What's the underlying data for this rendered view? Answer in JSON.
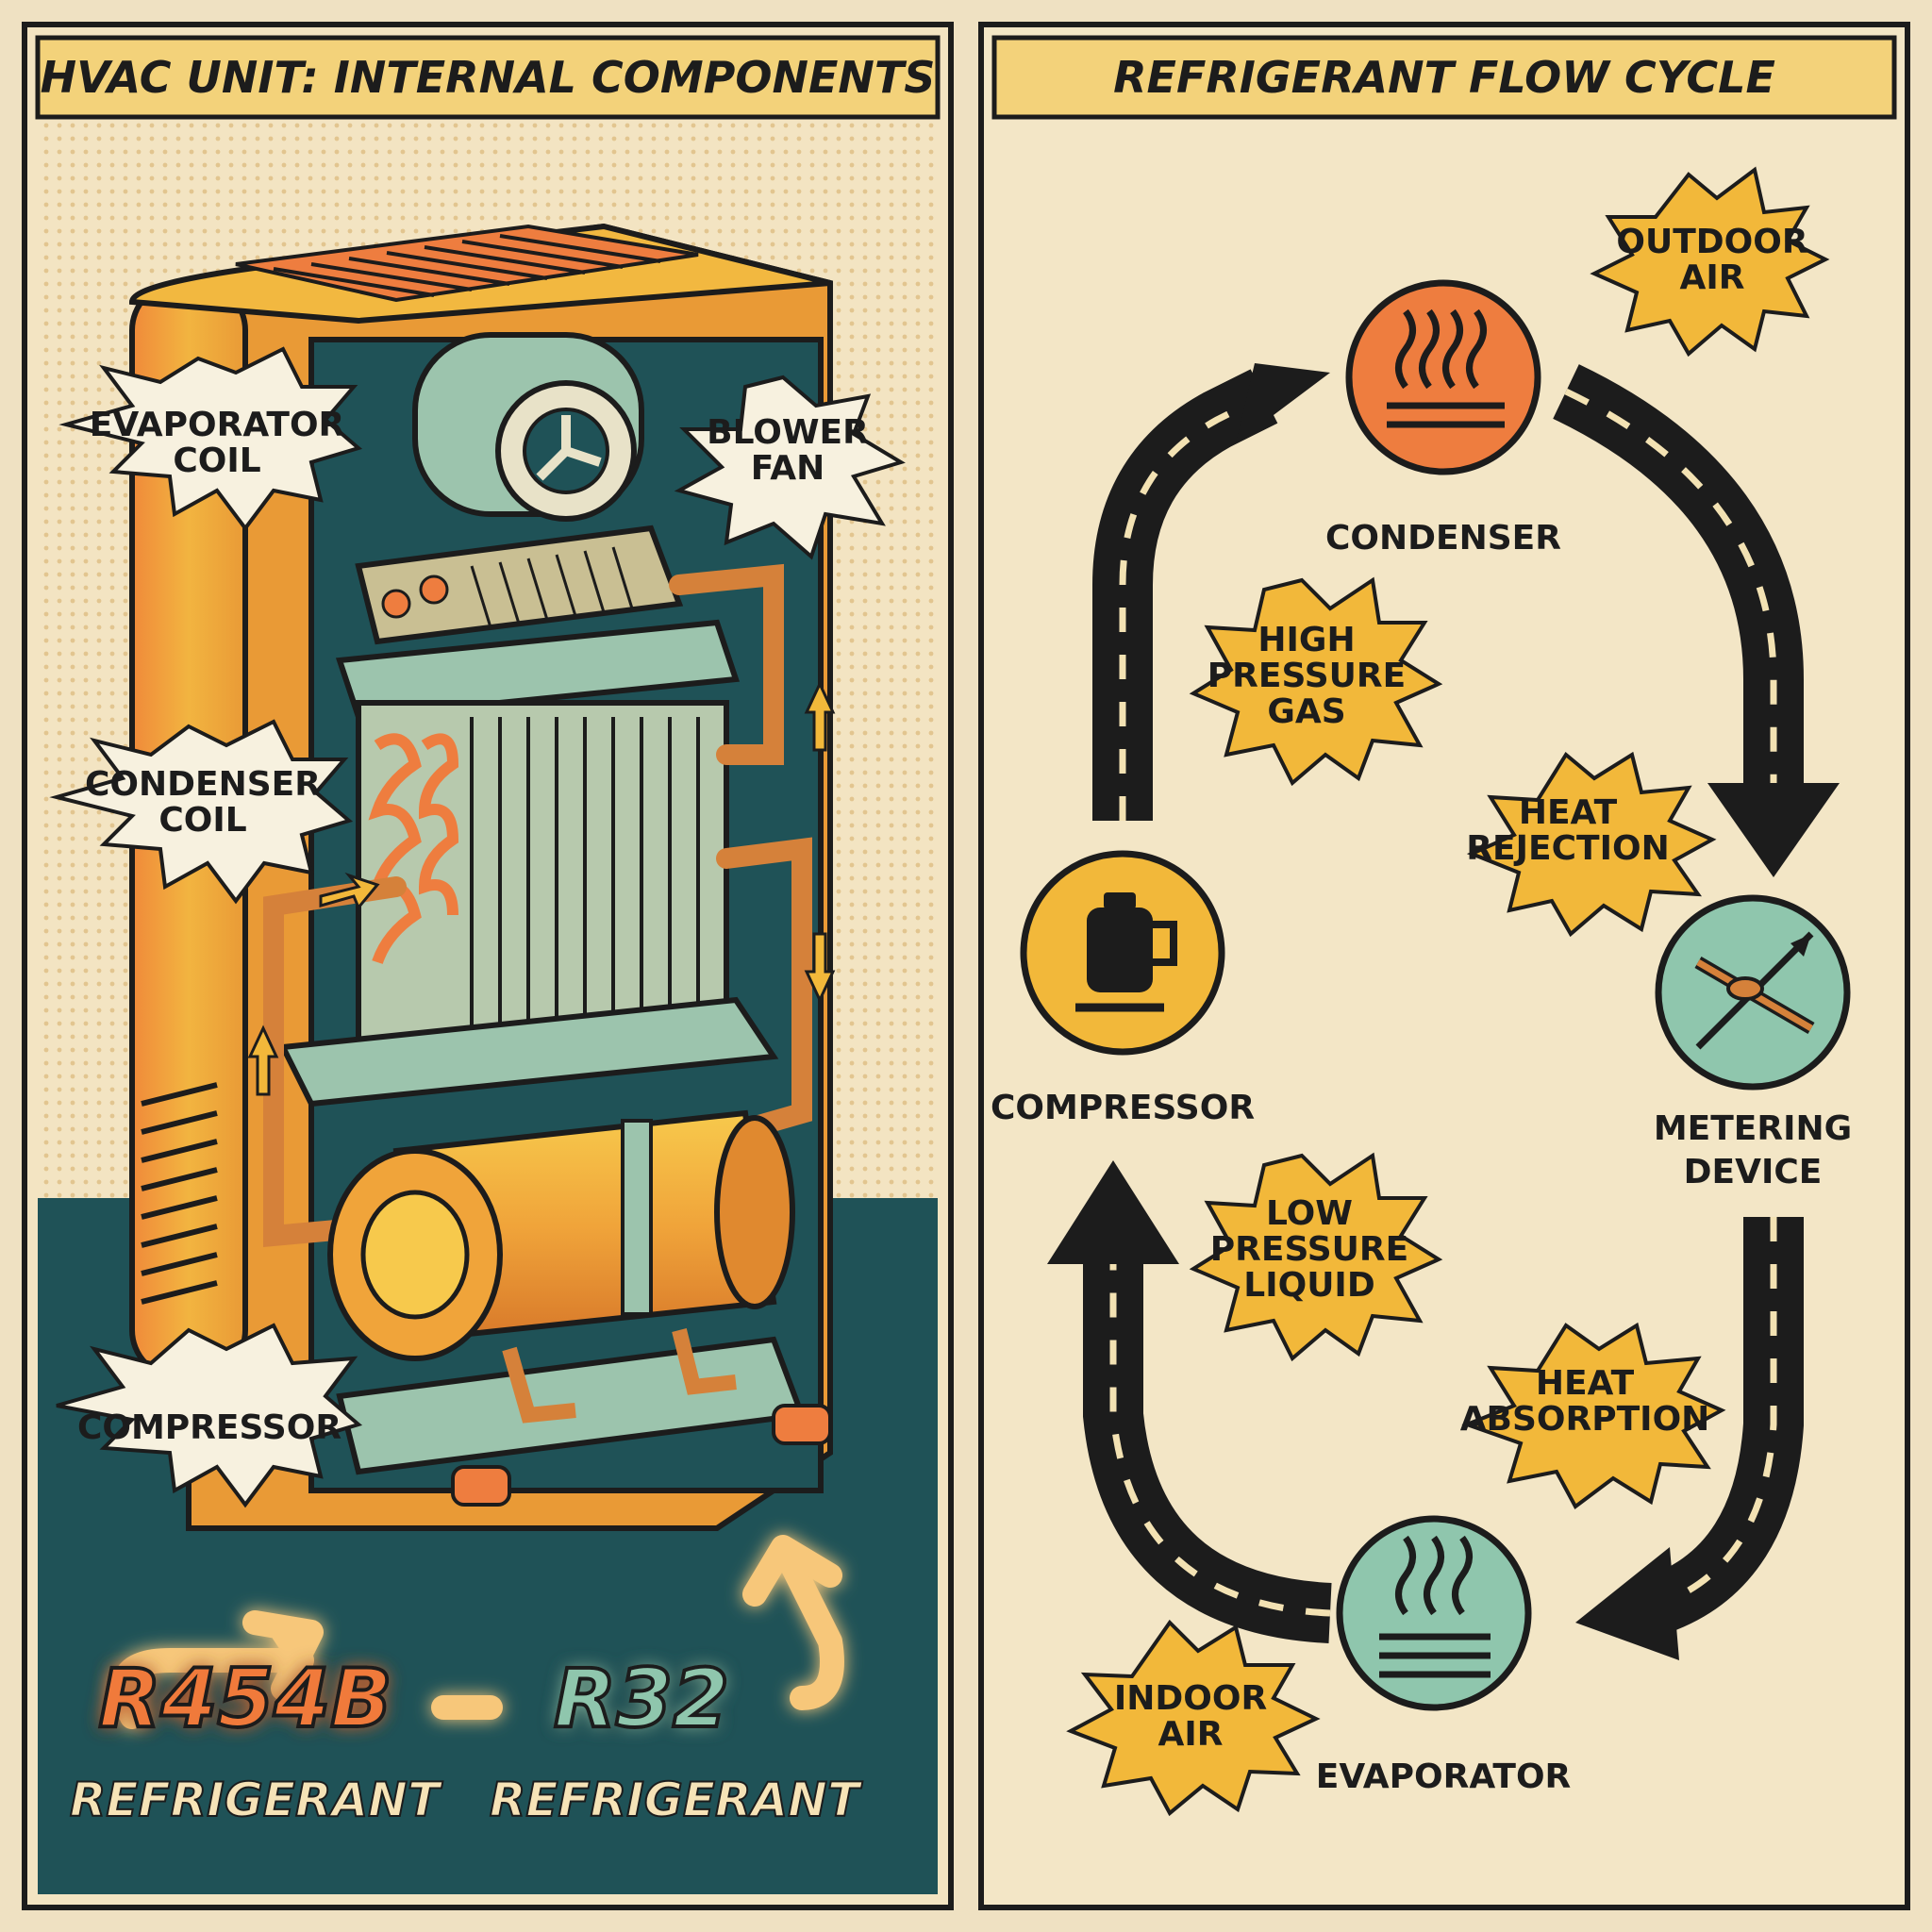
{
  "left_panel": {
    "title": "HVAC UNIT: INTERNAL COMPONENTS",
    "callouts": {
      "evaporator_coil": [
        "EVAPORATOR",
        "COIL"
      ],
      "blower_fan": [
        "BLOWER",
        "FAN"
      ],
      "condenser_coil": [
        "CONDENSER",
        "COIL"
      ],
      "compressor": [
        "COMPRESSOR"
      ]
    },
    "refrigerants": [
      {
        "code": "R454B",
        "label": "REFRIGERANT",
        "color": "#f07a3a"
      },
      {
        "code": "R32",
        "label": "REFRIGERANT",
        "color": "#8fc6ad"
      }
    ]
  },
  "right_panel": {
    "title": "REFRIGERANT FLOW CYCLE",
    "components": {
      "condenser": {
        "label": "CONDENSER",
        "color": "#ee7d3f",
        "icon": "heat-waves-icon"
      },
      "compressor": {
        "label": "COMPRESSOR",
        "color": "#f2b83a",
        "icon": "compressor-icon"
      },
      "metering_device": {
        "label": [
          "METERING",
          "DEVICE"
        ],
        "color": "#8fc6ad",
        "icon": "valve-icon"
      },
      "evaporator": {
        "label": "EVAPORATOR",
        "color": "#8fc6ad",
        "icon": "heat-waves-icon"
      }
    },
    "callouts": {
      "outdoor_air": [
        "OUTDOOR",
        "AIR"
      ],
      "high_pressure_gas": [
        "HIGH",
        "PRESSURE",
        "GAS"
      ],
      "heat_rejection": [
        "HEAT",
        "REJECTION"
      ],
      "low_pressure_liquid": [
        "LOW",
        "PRESSURE",
        "LIQUID"
      ],
      "heat_absorption": [
        "HEAT",
        "ABSORPTION"
      ],
      "indoor_air": [
        "INDOOR",
        "AIR"
      ]
    }
  },
  "colors": {
    "paper": "#efe1c2",
    "banner": "#f3d27a",
    "teal": "#1f5257",
    "orange": "#ee7d3f",
    "yellow": "#f2b83a",
    "mint": "#8fc6ad",
    "ink": "#1c1c1c"
  }
}
